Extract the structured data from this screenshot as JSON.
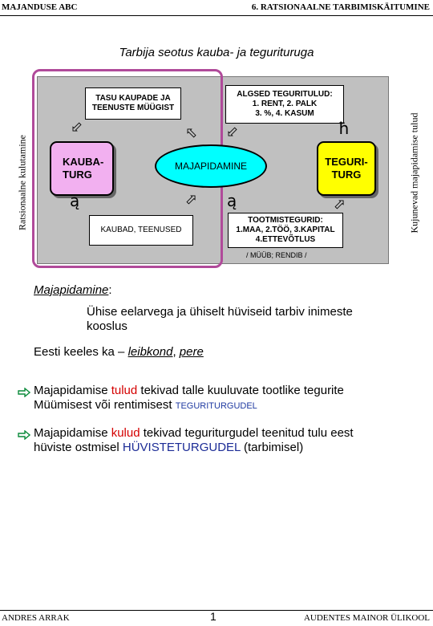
{
  "header": {
    "left": "MAJANDUSE ABC",
    "right": "6. RATSIONAALNE TARBIMISKÄITUMINE"
  },
  "title": "Tarbija seotus kauba- ja tegurituruga",
  "vertical_left": "Ratsionaalne kulutamine",
  "vertical_right": "Kujunevad majapidamise tulud",
  "diagram": {
    "box_tasu": {
      "line1": "TASU KAUPADE JA",
      "line2": "TEENUSTE MÜÜGIST"
    },
    "box_algsed": {
      "line1": "ALGSED TEGURITULUD:",
      "line2": "1. RENT,  2. PALK",
      "line3": "3. %,  4. KASUM"
    },
    "node_kauba": {
      "line1": "KAUBA-",
      "line2": "TURG"
    },
    "node_teg": {
      "line1": "TEGURI-",
      "line2": "TURG"
    },
    "node_maja": "MAJAPIDAMINE",
    "box_kaubad": "KAUBAD, TEENUSED",
    "box_tootmis": {
      "line1": "TOOTMISTEGURID:",
      "line2": "1.MAA, 2.TÖÖ, 3.KAPITAL",
      "line3": "4.ETTEVÕTLUS"
    },
    "footnote": "/ MÜÜB; RENDIB /",
    "glyphs": {
      "h": "ħ",
      "q1": "ą",
      "q2": "ą"
    }
  },
  "text": {
    "term": "Majapidamine",
    "colon": ":",
    "def_line1": "Ühise eelarvega ja ühiselt hüviseid tarbiv inimeste",
    "def_line2": "kooslus",
    "syn_prefix": "Eesti keeles ka – ",
    "syn1": "leibkond",
    "syn_sep": ", ",
    "syn2": "pere",
    "p1_a": "Majapidamise ",
    "p1_b": "tulud",
    "p1_c": " tekivad talle kuuluvate tootlike tegurite",
    "p1_d": "Müümisest või rentimisest ",
    "p1_e": "TEGURITURGUDEL",
    "p2_a": "Majapidamise ",
    "p2_b": "kulud",
    "p2_c": " tekivad teguriturgudel teenitud tulu eest",
    "p2_d": "hüviste ostmisel ",
    "p2_e": "HÜVISTETURGUDEL",
    "p2_f": " (tarbimisel)"
  },
  "footer": {
    "left": "ANDRES ARRAK",
    "page": "1",
    "right": "AUDENTES MAINOR ÜLIKOOL"
  },
  "colors": {
    "kaubaturg": "#f2b0f0",
    "teguriturg": "#ffff00",
    "majapidamine": "#00ffff",
    "frame": "#b04a9a",
    "red": "#d40000",
    "blue": "#1c2c96"
  }
}
